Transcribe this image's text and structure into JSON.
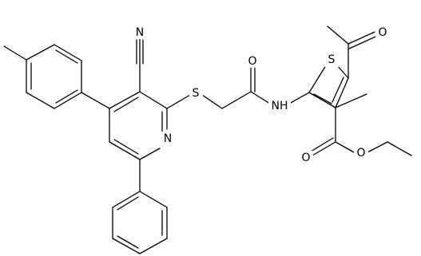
{
  "molecule": {
    "atom_labels": {
      "nitrile_n": "N",
      "pyridine_n": "N",
      "sulfur_link": "S",
      "sulfur_ring": "S",
      "amide_nh": "NH",
      "amide_o": "O",
      "acetyl_o": "O",
      "ester_o_carbonyl": "O",
      "ester_o_ether": "O"
    }
  }
}
